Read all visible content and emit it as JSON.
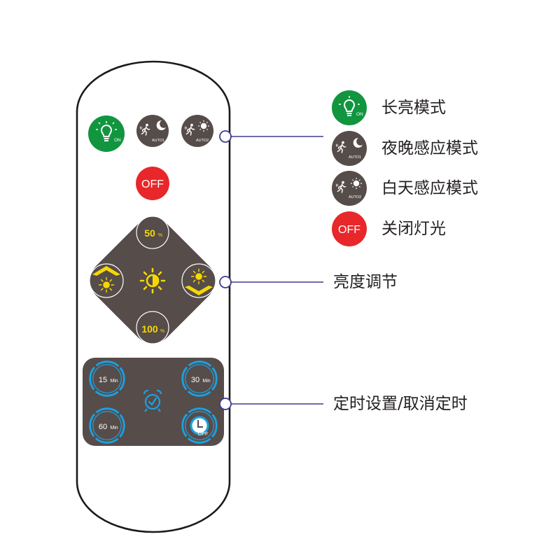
{
  "buttons": {
    "on_sub": "ON",
    "auto1_sub": "AUTO1",
    "auto2_sub": "AUTO2",
    "off_label": "OFF",
    "dim_50": "50",
    "dim_100": "100",
    "percent": "%",
    "timer_15": "15",
    "timer_30": "30",
    "timer_60": "60",
    "timer_unit": "Min",
    "timer_off_sub": "OFF"
  },
  "legend": {
    "always_on": "长亮模式",
    "night_sensor": "夜晚感应模式",
    "day_sensor": "白天感应模式",
    "off": "关闭灯光",
    "off_badge": "OFF",
    "on_sub": "ON",
    "auto1_sub": "AUTO1",
    "auto2_sub": "AUTO2",
    "brightness": "亮度调节",
    "timer": "定时设置/取消定时"
  },
  "colors": {
    "green": "#12953f",
    "red": "#e8272a",
    "dark": "#564c4a",
    "yellow": "#f5d900",
    "blue": "#1ba1e2",
    "line": "#3f3b8f"
  }
}
